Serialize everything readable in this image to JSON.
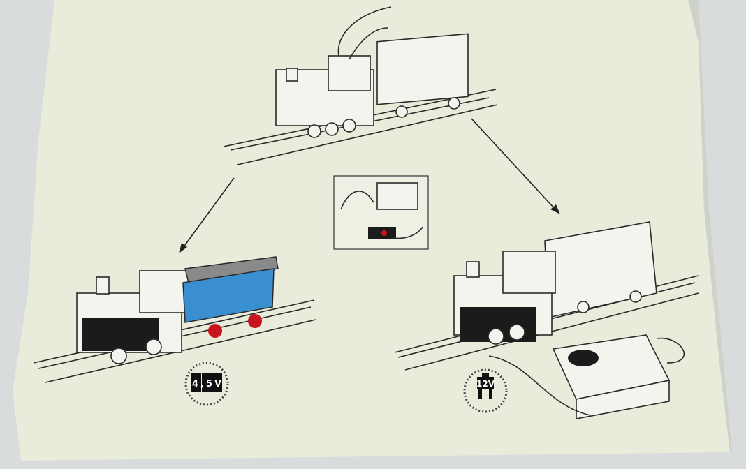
{
  "photo": {
    "subject": "instruction-sheet",
    "colors": {
      "paper": "#e9ebdb",
      "background": "#d9dcdc",
      "ink": "#2a2a2a",
      "blue_wagon": "#3a8fd0",
      "red_wheels": "#c8141e",
      "black_parts": "#1b1b1b"
    }
  },
  "badges": {
    "battery": {
      "label": "4,5V",
      "cells": [
        "4",
        "5",
        "V"
      ]
    },
    "transformer": {
      "label": "12V"
    }
  }
}
